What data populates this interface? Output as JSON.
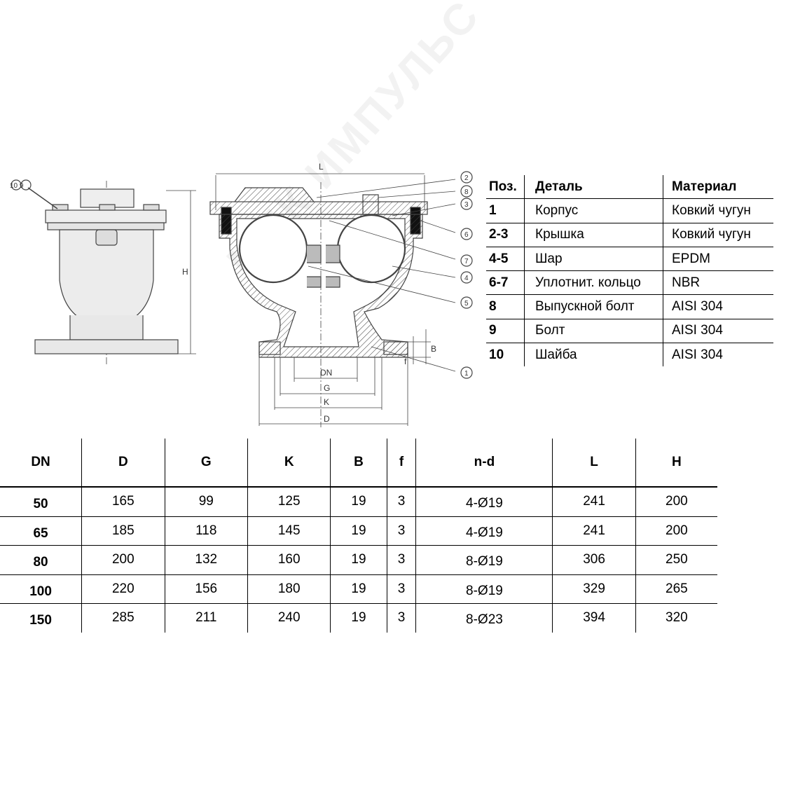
{
  "drawing": {
    "side_labels": {
      "callout": "10 9",
      "height": "H"
    },
    "front_labels": {
      "L": "L",
      "B": "B",
      "f": "f",
      "DN": "DN",
      "G": "G",
      "K": "K",
      "D": "D"
    },
    "callouts": [
      "2",
      "8",
      "3",
      "6",
      "7",
      "4",
      "5",
      "1"
    ]
  },
  "parts_table": {
    "headers": {
      "pos": "Поз.",
      "part": "Деталь",
      "material": "Материал"
    },
    "rows": [
      {
        "pos": "1",
        "part": "Корпус",
        "material": "Ковкий чугун"
      },
      {
        "pos": "2-3",
        "part": "Крышка",
        "material": "Ковкий чугун"
      },
      {
        "pos": "4-5",
        "part": "Шар",
        "material": "EPDM"
      },
      {
        "pos": "6-7",
        "part": "Уплотнит. кольцо",
        "material": "NBR"
      },
      {
        "pos": "8",
        "part": "Выпускной болт",
        "material": "AISI 304"
      },
      {
        "pos": "9",
        "part": "Болт",
        "material": "AISI 304"
      },
      {
        "pos": "10",
        "part": "Шайба",
        "material": "AISI 304"
      }
    ]
  },
  "dims_table": {
    "headers": [
      "DN",
      "D",
      "G",
      "K",
      "B",
      "f",
      "n-d",
      "L",
      "H"
    ],
    "rows": [
      [
        "50",
        "165",
        "99",
        "125",
        "19",
        "3",
        "4-Ø19",
        "241",
        "200"
      ],
      [
        "65",
        "185",
        "118",
        "145",
        "19",
        "3",
        "4-Ø19",
        "241",
        "200"
      ],
      [
        "80",
        "200",
        "132",
        "160",
        "19",
        "3",
        "8-Ø19",
        "306",
        "250"
      ],
      [
        "100",
        "220",
        "156",
        "180",
        "19",
        "3",
        "8-Ø19",
        "329",
        "265"
      ],
      [
        "150",
        "285",
        "211",
        "240",
        "19",
        "3",
        "8-Ø23",
        "394",
        "320"
      ]
    ]
  },
  "watermark": "МПК ИМПУЛЬС"
}
